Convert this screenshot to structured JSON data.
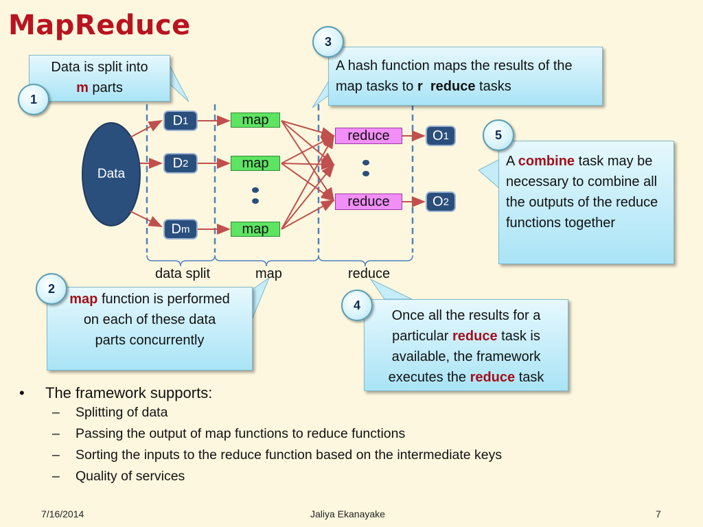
{
  "title": "MapReduce",
  "nodes": {
    "data": "Data",
    "d1": {
      "base": "D",
      "sub": "1"
    },
    "d2": {
      "base": "D",
      "sub": "2"
    },
    "dm": {
      "base": "D",
      "sub": "m"
    },
    "map": "map",
    "reduce": "reduce",
    "o1": {
      "base": "O",
      "sub": "1"
    },
    "o2": {
      "base": "O",
      "sub": "2"
    }
  },
  "stage_labels": {
    "data_split": "data split",
    "map": "map",
    "reduce": "reduce"
  },
  "callouts": {
    "c1": {
      "number": "1",
      "line1": "Data is split into",
      "em": "m",
      "rest": " parts"
    },
    "c2": {
      "number": "2",
      "em": "map",
      "rest": " function is performed on each of these data parts concurrently"
    },
    "c3": {
      "number": "3",
      "pre": "A hash function maps the results of the map tasks to ",
      "b1": "r",
      "b2": "reduce",
      "post": " tasks"
    },
    "c4": {
      "number": "4",
      "pre": "Once all the results for a particular ",
      "em1": "reduce",
      "mid": " task is available, the framework executes the ",
      "em2": "reduce",
      "post": " task"
    },
    "c5": {
      "number": "5",
      "pre": "A ",
      "em": "combine",
      "post": " task may be necessary to combine all the outputs of the reduce functions together"
    }
  },
  "bullets": {
    "main": "The framework supports:",
    "items": [
      "Splitting of data",
      "Passing the output of map functions to reduce functions",
      "Sorting the inputs to the reduce function based on the intermediate keys",
      "Quality of services"
    ]
  },
  "footer": {
    "date": "7/16/2014",
    "author": "Jaliya Ekanayake",
    "page": "7"
  },
  "colors": {
    "accent": "#b8141f",
    "arrow": "#c0504d",
    "node": "#2b4f7d",
    "map": "#5ee463",
    "reduce": "#f28ef7",
    "callout": "#a9e4f6"
  }
}
